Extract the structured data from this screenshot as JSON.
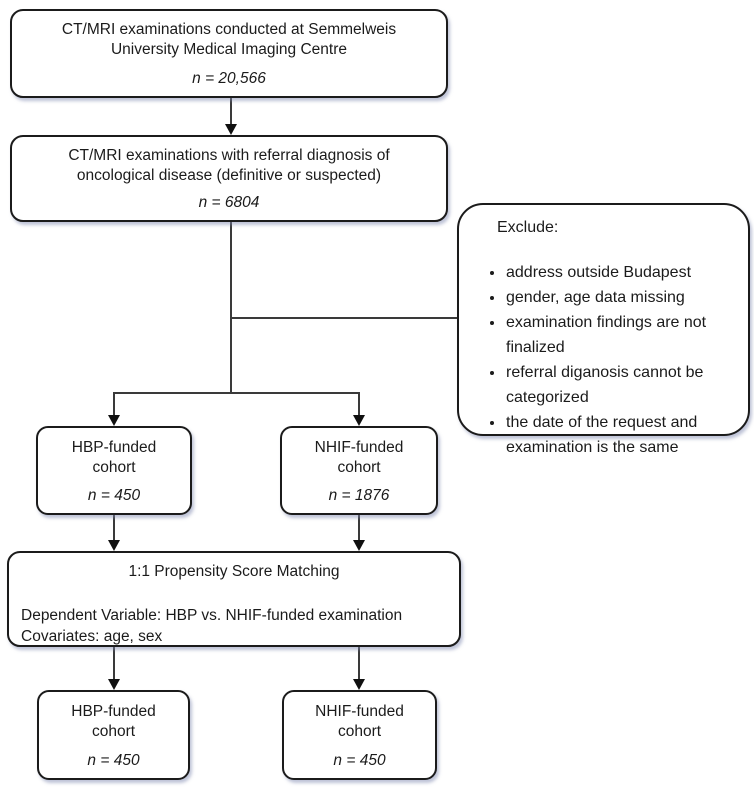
{
  "colors": {
    "border": "#1b1b1b",
    "line": "#3a3a3a",
    "background": "#ffffff"
  },
  "flowchart": {
    "source": {
      "title": "CT/MRI examinations conducted at Semmelweis University Medical Imaging Centre",
      "count": "n = 20,566"
    },
    "oncology": {
      "title": "CT/MRI examinations with referral diagnosis of oncological disease (definitive or suspected)",
      "count": "n = 6804"
    },
    "exclude": {
      "title": "Exclude:",
      "items": [
        "address outside Budapest",
        "gender, age data missing",
        "examination findings are not finalized",
        "referral diganosis cannot be categorized",
        "the date of the request and examination is the same"
      ]
    },
    "hbp_pre": {
      "title": "HBP-funded cohort",
      "count": "n = 450"
    },
    "nhif_pre": {
      "title": "NHIF-funded cohort",
      "count": "n = 1876"
    },
    "psm": {
      "title": "1:1 Propensity Score Matching",
      "dependent": "Dependent Variable: HBP vs. NHIF-funded examination",
      "covariates": "Covariates: age, sex"
    },
    "hbp_post": {
      "title": "HBP-funded cohort",
      "count": "n = 450"
    },
    "nhif_post": {
      "title": "NHIF-funded cohort",
      "count": "n = 450"
    }
  }
}
